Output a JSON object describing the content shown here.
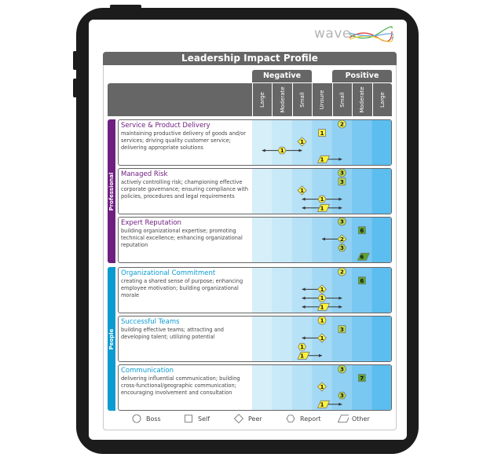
{
  "logo": "wave",
  "title": "Leadership Impact Profile",
  "groups": {
    "negative": "Negative Impact",
    "positive": "Positive Impact"
  },
  "columns": [
    "Large",
    "Moderate",
    "Small",
    "Unsure",
    "Small",
    "Moderate",
    "Large"
  ],
  "column_colors": [
    "#d6eff9",
    "#c8e9f8",
    "#b6e1f6",
    "#a4d9f5",
    "#90d1f3",
    "#79c8f2",
    "#5cbdef"
  ],
  "marker_colors": {
    "1": "#fff23a",
    "2": "#e6ee4e",
    "3": "#bcd94a",
    "6": "#5aa532",
    "7": "#5aa532"
  },
  "sections": [
    {
      "label": "Professional",
      "color": "#6e1f80",
      "title_color": "#6e1f80",
      "rows": [
        {
          "title": "Service & Product Delivery",
          "desc": "maintaining productive delivery of goods and/or services; driving quality customer service; delivering appropriate solutions",
          "markers": [
            {
              "rater": "Boss",
              "value": 2,
              "pos": 1
            },
            {
              "rater": "Self",
              "value": 1,
              "pos": 0
            },
            {
              "rater": "Peer",
              "value": 1,
              "pos": -1
            },
            {
              "rater": "Report",
              "value": 1,
              "pos": -2,
              "range": [
                -3,
                -1
              ]
            },
            {
              "rater": "Other",
              "value": 1,
              "pos": 0,
              "range": [
                0,
                1
              ]
            }
          ]
        },
        {
          "title": "Managed Risk",
          "desc": "actively controlling risk; championing effective corporate governance; ensuring compliance with policies, procedures and legal requirements",
          "markers": [
            {
              "rater": "Boss",
              "value": 3,
              "pos": 1
            },
            {
              "rater": "Self",
              "value": 3,
              "pos": 1
            },
            {
              "rater": "Peer",
              "value": 1,
              "pos": -1
            },
            {
              "rater": "Report",
              "value": 1,
              "pos": 0,
              "range": [
                -1,
                1
              ]
            },
            {
              "rater": "Other",
              "value": 1,
              "pos": 0,
              "range": [
                -1,
                1
              ]
            }
          ]
        },
        {
          "title": "Expert Reputation",
          "desc": "building organizational expertise; promoting technical excellence; enhancing organizational reputation",
          "markers": [
            {
              "rater": "Boss",
              "value": 3,
              "pos": 1
            },
            {
              "rater": "Self",
              "value": 6,
              "pos": 2
            },
            {
              "rater": "Peer",
              "value": 2,
              "pos": 1,
              "range": [
                0,
                1
              ]
            },
            {
              "rater": "Report",
              "value": 3,
              "pos": 1
            },
            {
              "rater": "Other",
              "value": 6,
              "pos": 2
            }
          ]
        }
      ]
    },
    {
      "label": "People",
      "color": "#0b9bd0",
      "title_color": "#0b9bd0",
      "rows": [
        {
          "title": "Organizational Commitment",
          "desc": "creating a shared sense of purpose; enhancing employee motivation; building organizational morale",
          "markers": [
            {
              "rater": "Boss",
              "value": 2,
              "pos": 1
            },
            {
              "rater": "Self",
              "value": 6,
              "pos": 2
            },
            {
              "rater": "Peer",
              "value": 1,
              "pos": 0,
              "range": [
                -1,
                0
              ]
            },
            {
              "rater": "Report",
              "value": 1,
              "pos": 0,
              "range": [
                -1,
                1
              ]
            },
            {
              "rater": "Other",
              "value": 1,
              "pos": 0,
              "range": [
                -1,
                1
              ]
            }
          ]
        },
        {
          "title": "Successful Teams",
          "desc": "building effective teams; attracting and developing talent; utilizing potential",
          "markers": [
            {
              "rater": "Boss",
              "value": 1,
              "pos": 0
            },
            {
              "rater": "Self",
              "value": 3,
              "pos": 1
            },
            {
              "rater": "Peer",
              "value": 1,
              "pos": 0,
              "range": [
                -1,
                0
              ]
            },
            {
              "rater": "Report",
              "value": 1,
              "pos": -1
            },
            {
              "rater": "Other",
              "value": 1,
              "pos": -1,
              "range": [
                -1,
                0
              ]
            }
          ]
        },
        {
          "title": "Communication",
          "desc": "delivering influential communication; building cross-functional/geographic communication; encouraging involvement and consultation",
          "markers": [
            {
              "rater": "Boss",
              "value": 3,
              "pos": 1
            },
            {
              "rater": "Self",
              "value": 7,
              "pos": 2
            },
            {
              "rater": "Peer",
              "value": 1,
              "pos": 0
            },
            {
              "rater": "Report",
              "value": 3,
              "pos": 1
            },
            {
              "rater": "Other",
              "value": 1,
              "pos": 0,
              "range": [
                0,
                1
              ]
            }
          ]
        }
      ]
    }
  ],
  "legend": [
    {
      "label": "Boss",
      "shape": "circle"
    },
    {
      "label": "Self",
      "shape": "square"
    },
    {
      "label": "Peer",
      "shape": "diamond"
    },
    {
      "label": "Report",
      "shape": "hexagon"
    },
    {
      "label": "Other",
      "shape": "parallelogram"
    }
  ]
}
